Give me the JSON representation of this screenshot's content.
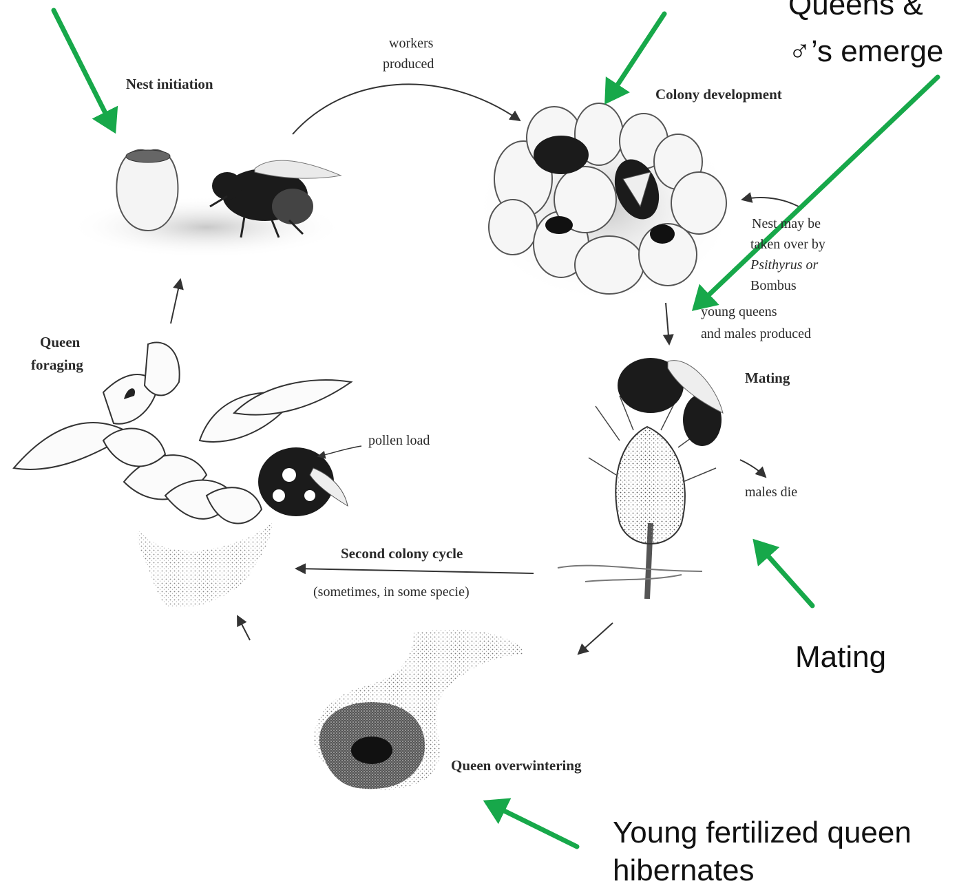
{
  "stages": {
    "nest_initiation": "Nest initiation",
    "workers_produced_1": "workers",
    "workers_produced_2": "produced",
    "colony_development": "Colony development",
    "takeover_1": "Nest may be",
    "takeover_2": "taken over by",
    "takeover_3": "Psithyrus or",
    "takeover_4": "Bombus",
    "young_1": "young queens",
    "young_2": "and males produced",
    "mating": "Mating",
    "males_die": "males die",
    "queen_foraging_1": "Queen",
    "queen_foraging_2": "foraging",
    "pollen_load": "pollen load",
    "second_cycle": "Second colony cycle",
    "second_cycle_note": "(sometimes, in some specie)",
    "overwintering": "Queen overwintering"
  },
  "callouts": {
    "queens_emerge_1": "Queens &",
    "queens_emerge_2": "♂’s emerge",
    "mating": "Mating",
    "hibernates_1": "Young fertilized queen",
    "hibernates_2": "hibernates"
  },
  "colors": {
    "callout_arrow": "#17a84a",
    "ink": "#2a2a2a"
  }
}
